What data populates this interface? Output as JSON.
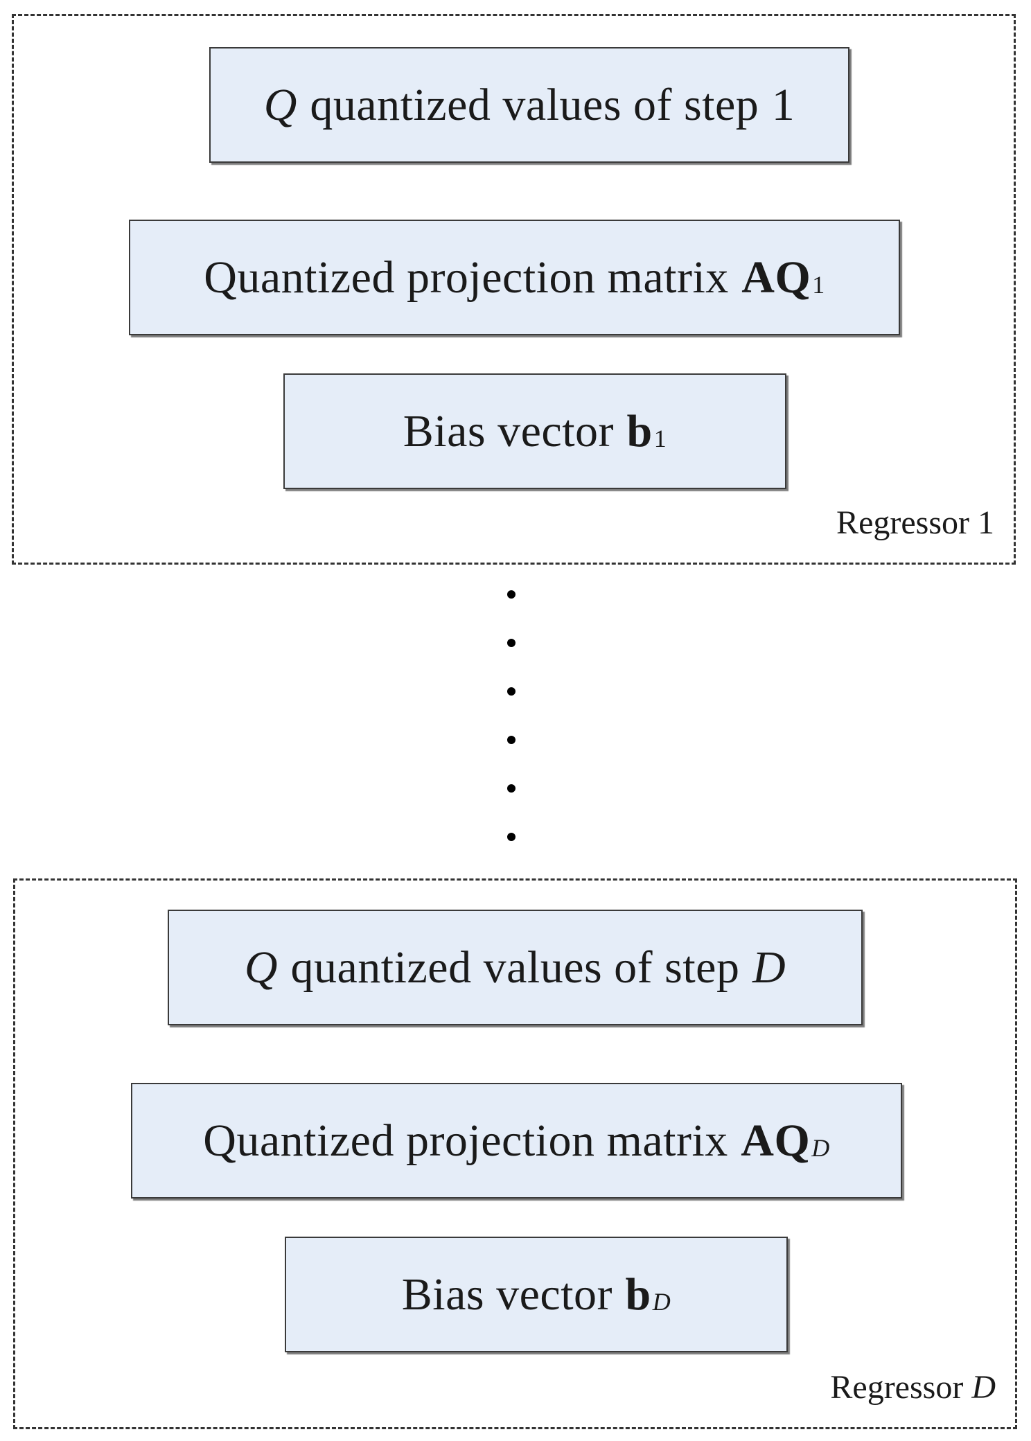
{
  "regressors": [
    {
      "values_box": {
        "var": "Q",
        "text": "quantized values of step",
        "step": "1"
      },
      "matrix_box": {
        "text": "Quantized projection matrix",
        "symbol": "AQ",
        "sub": "1"
      },
      "bias_box": {
        "text": "Bias vector",
        "symbol": "b",
        "sub": "1"
      },
      "label": {
        "text": "Regressor",
        "index": "1"
      }
    },
    {
      "values_box": {
        "var": "Q",
        "text": "quantized values of step",
        "step": "D"
      },
      "matrix_box": {
        "text": "Quantized projection matrix",
        "symbol": "AQ",
        "sub": "D"
      },
      "bias_box": {
        "text": "Bias vector",
        "symbol": "b",
        "sub": "D"
      },
      "label": {
        "text": "Regressor",
        "index": "D"
      }
    }
  ],
  "ellipsis": {
    "dot_count": 6
  }
}
